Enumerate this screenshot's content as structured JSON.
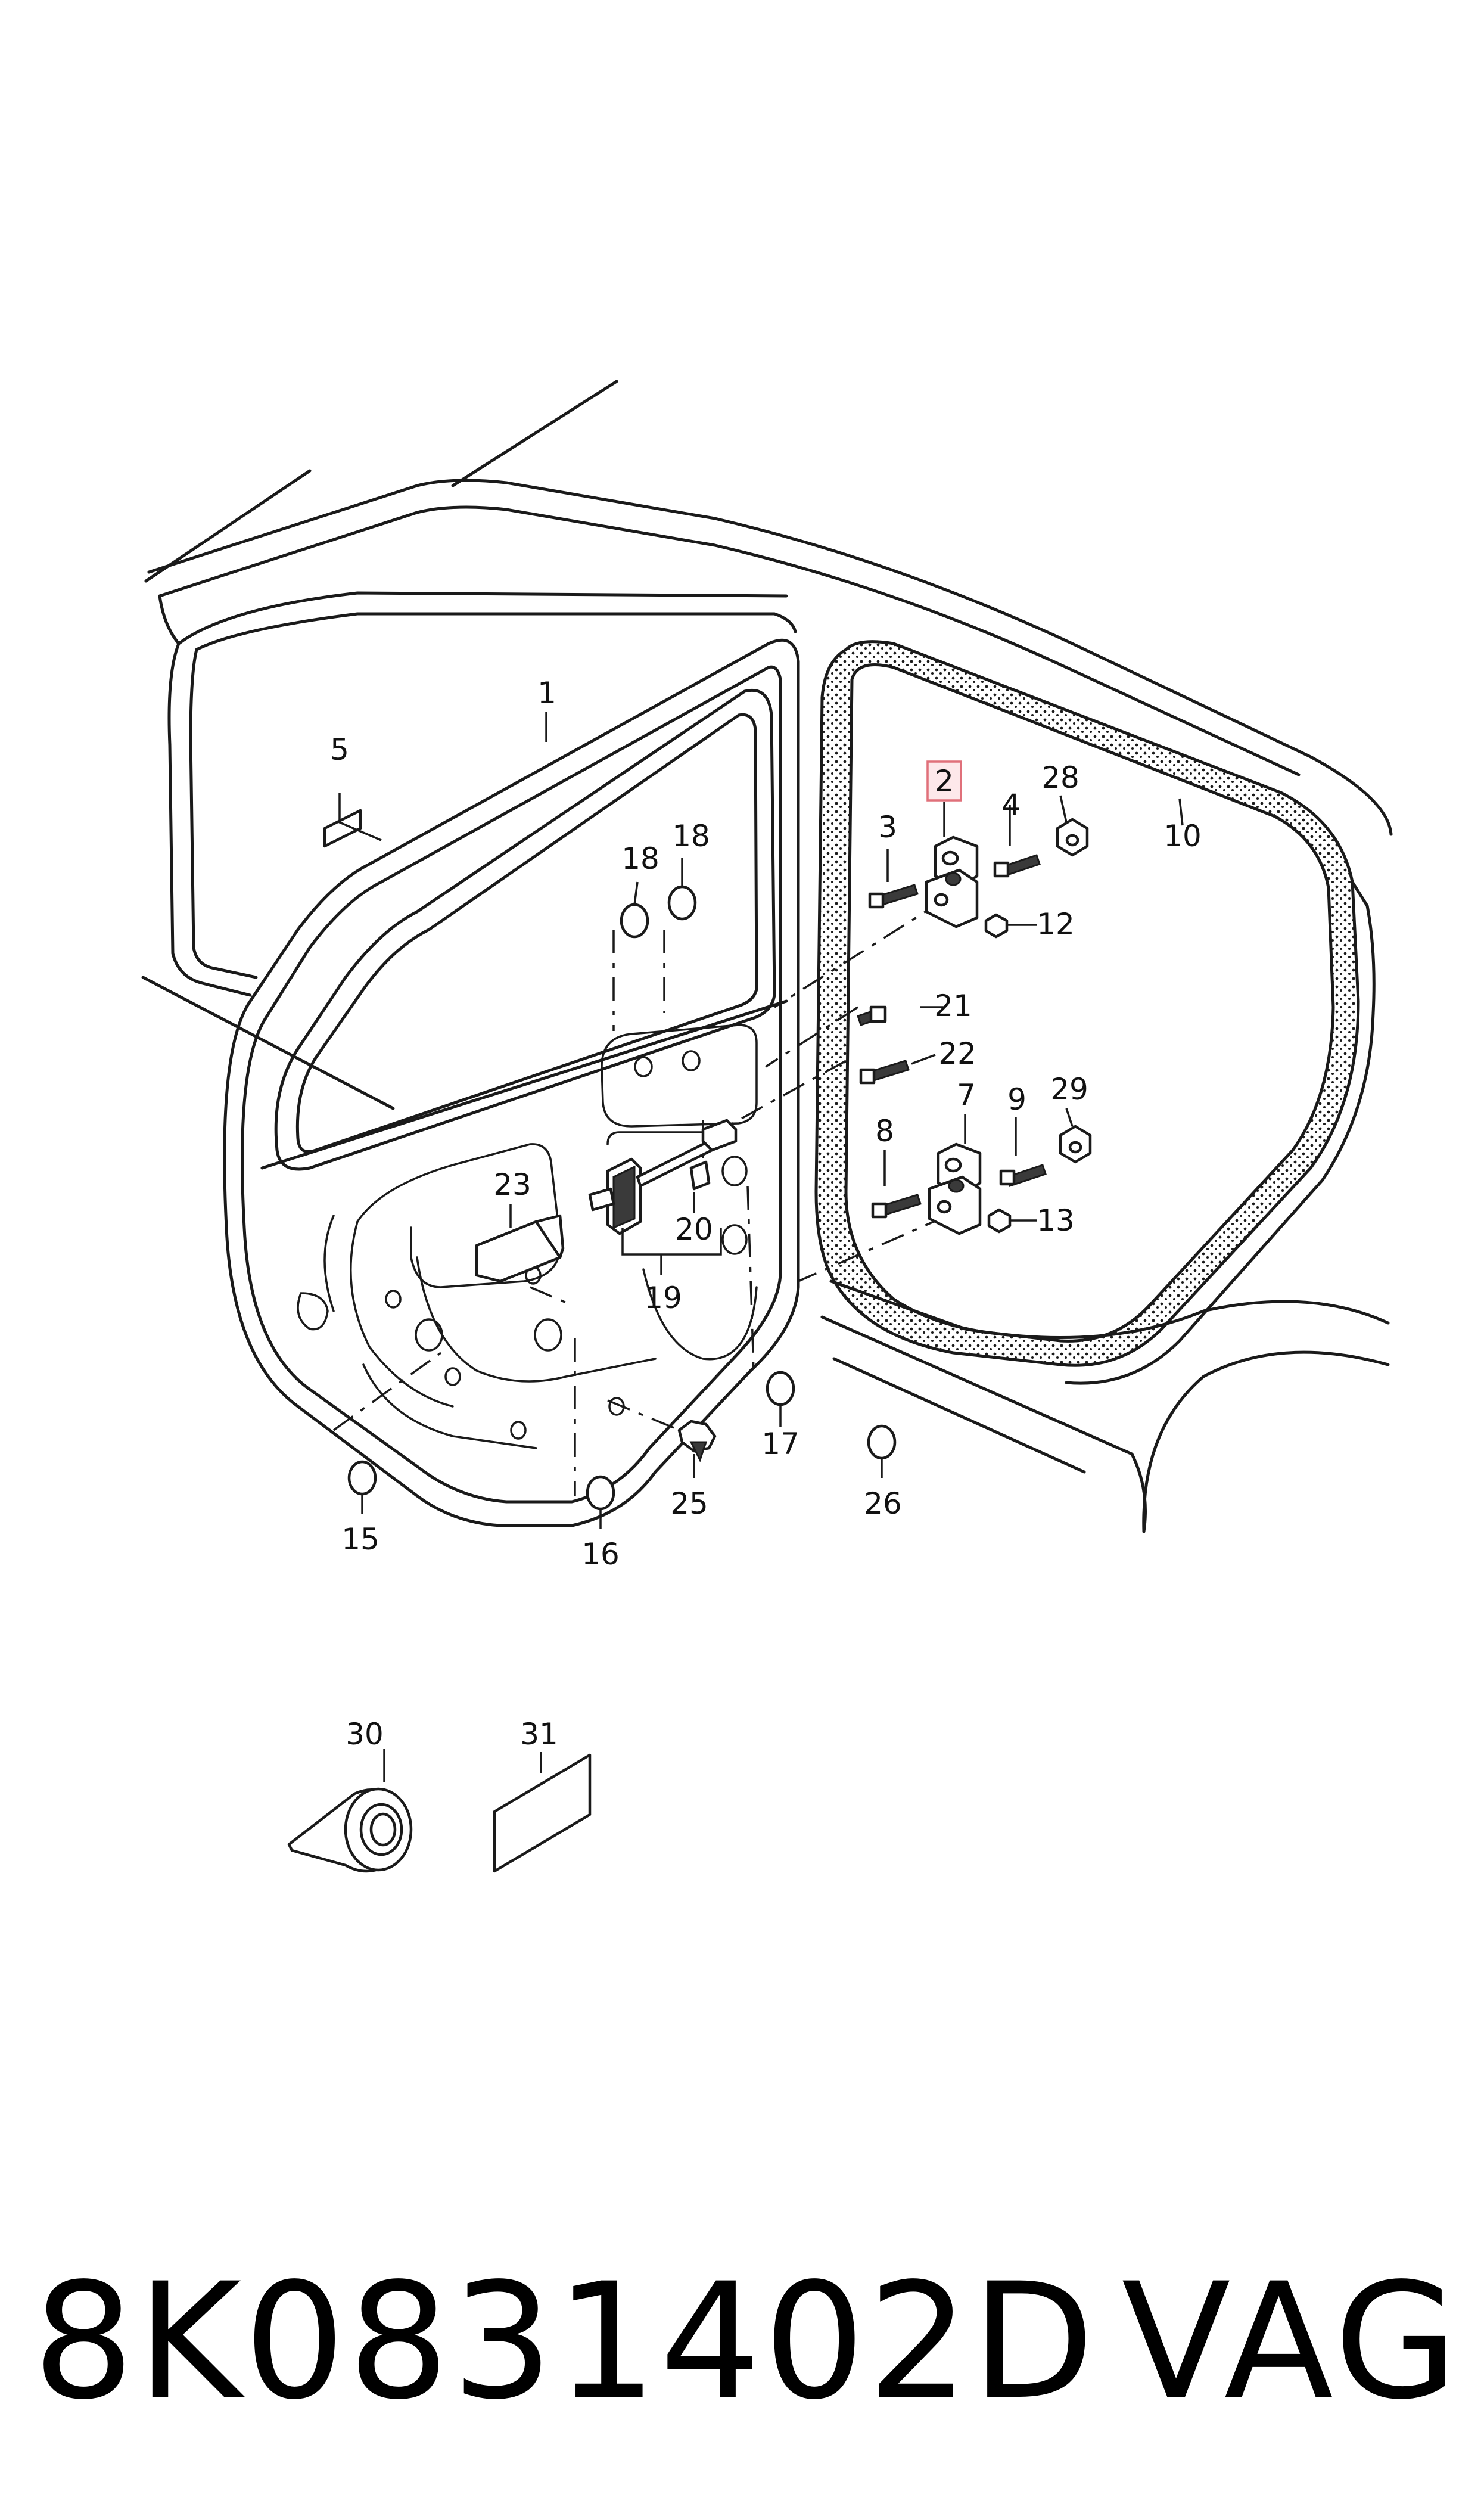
{
  "callouts": {
    "c1": "1",
    "c2": "2",
    "c3": "3",
    "c4": "4",
    "c5": "5",
    "c7": "7",
    "c8": "8",
    "c9": "9",
    "c10": "10",
    "c12": "12",
    "c13": "13",
    "c15": "15",
    "c16": "16",
    "c17": "17",
    "c18a": "18",
    "c18b": "18",
    "c19": "19",
    "c20": "20",
    "c21": "21",
    "c22": "22",
    "c23": "23",
    "c25": "25",
    "c26": "26",
    "c28": "28",
    "c29": "29",
    "c30": "30",
    "c31": "31"
  },
  "highlighted_callout": "2",
  "highlight_color": "#e0707a",
  "footer": {
    "part_number": "8K0831402D",
    "brand": "VAG"
  }
}
